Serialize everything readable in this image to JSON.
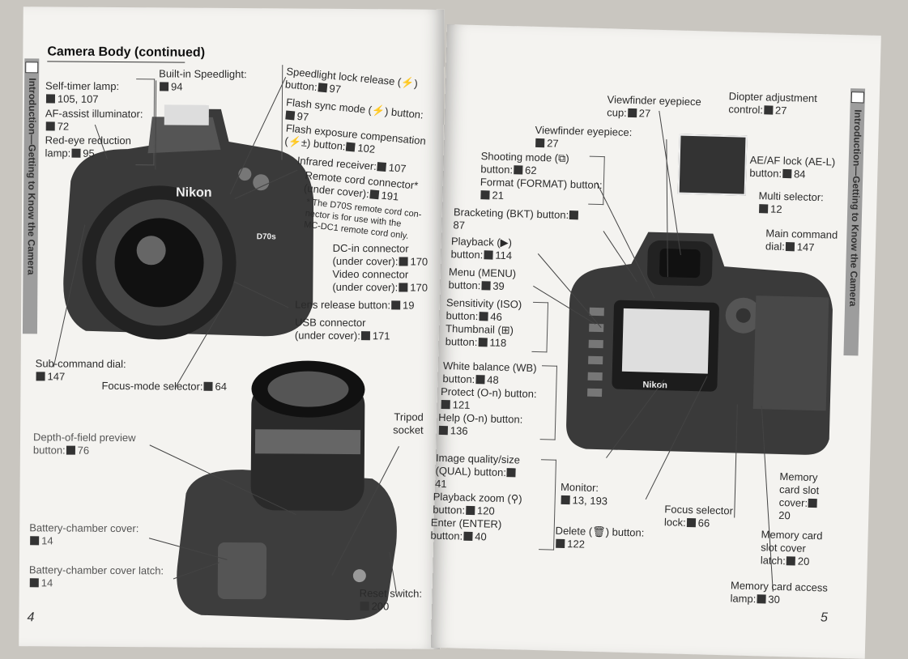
{
  "left_page": {
    "header": "Camera Body (continued)",
    "side_tab": "Introduction—Getting to Know the Camera",
    "page_number": "4",
    "labels": {
      "self_timer": "Self-timer lamp:",
      "self_timer_ref": "105, 107",
      "af_assist": "AF-assist illuminator:",
      "af_assist_ref": "72",
      "red_eye": "Red-eye reduction",
      "red_eye_2": "lamp:",
      "red_eye_ref": "95",
      "speedlight": "Built-in Speedlight:",
      "speedlight_ref": "94",
      "sl_lock_1": "Speedlight lock release (⚡)",
      "sl_lock_2": "button:",
      "sl_lock_ref": "97",
      "flash_sync_1": "Flash sync mode (⚡) button:",
      "flash_sync_ref": "97",
      "fec_1": "Flash exposure compensation",
      "fec_2": "(⚡±) button:",
      "fec_ref": "102",
      "infrared": "Infrared receiver:",
      "infrared_ref": "107",
      "remote_1": "Remote cord connector*",
      "remote_2": "(under cover):",
      "remote_ref": "191",
      "remote_note_1": "* The D70S remote cord con-",
      "remote_note_2": "nector is for use with the",
      "remote_note_3": "MC-DC1 remote cord only.",
      "dcin_1": "DC-in connector",
      "dcin_2": "(under cover):",
      "dcin_ref": "170",
      "video_1": "Video connector",
      "video_2": "(under cover):",
      "video_ref": "170",
      "lens_release": "Lens release button:",
      "lens_release_ref": "19",
      "usb_1": "USB connector",
      "usb_2": "(under cover):",
      "usb_ref": "171",
      "subcommand": "Sub-command dial:",
      "subcommand_ref": "147",
      "focus_mode": "Focus-mode selector:",
      "focus_mode_ref": "64",
      "dof_1": "Depth-of-field preview",
      "dof_2": "button:",
      "dof_ref": "76",
      "tripod_1": "Tripod",
      "tripod_2": "socket",
      "batt_cover": "Battery-chamber cover:",
      "batt_cover_ref": "14",
      "batt_latch": "Battery-chamber cover latch:",
      "batt_latch_ref": "14",
      "reset_1": "Reset switch:",
      "reset_ref": "200"
    }
  },
  "right_page": {
    "side_tab": "Introduction—Getting to Know the Camera",
    "page_number": "5",
    "labels": {
      "vf_cup_1": "Viewfinder eyepiece",
      "vf_cup_2": "cup:",
      "vf_cup_ref": "27",
      "diopter_1": "Diopter adjustment",
      "diopter_2": "control:",
      "diopter_ref": "27",
      "vf_eyepiece": "Viewfinder eyepiece:",
      "vf_eyepiece_ref": "27",
      "shooting_1": "Shooting mode (⧉)",
      "shooting_2": "button:",
      "shooting_ref": "62",
      "format_1": "Format (FORMAT) button:",
      "format_ref": "21",
      "aeaf_1": "AE/AF lock (AE-L)",
      "aeaf_2": "button:",
      "aeaf_ref": "84",
      "multi_1": "Multi selector:",
      "multi_ref": "12",
      "bracketing_1": "Bracketing (BKT) button:",
      "bracketing_ref": "87",
      "main_cmd_1": "Main command",
      "main_cmd_2": "dial:",
      "main_cmd_ref": "147",
      "playback_1": "Playback (▶)",
      "playback_2": "button:",
      "playback_ref": "114",
      "menu_1": "Menu (MENU)",
      "menu_2": "button:",
      "menu_ref": "39",
      "iso_1": "Sensitivity (ISO)",
      "iso_2": "button:",
      "iso_ref": "46",
      "thumb_1": "Thumbnail (⊞)",
      "thumb_2": "button:",
      "thumb_ref": "118",
      "wb_1": "White balance (WB)",
      "wb_2": "button:",
      "wb_ref": "48",
      "protect_1": "Protect (O-n) button:",
      "protect_ref": "121",
      "help_1": "Help (O-n) button:",
      "help_ref": "136",
      "qual_1": "Image quality/size",
      "qual_2": "(QUAL) button:",
      "qual_ref": "41",
      "pbzoom_1": "Playback zoom (⚲)",
      "pbzoom_2": "button:",
      "pbzoom_ref": "120",
      "enter_1": "Enter (ENTER)",
      "enter_2": "button:",
      "enter_ref": "40",
      "monitor_1": "Monitor:",
      "monitor_ref": "13, 193",
      "delete_1": "Delete (🗑) button:",
      "delete_ref": "122",
      "focus_lock_1": "Focus selector",
      "focus_lock_2": "lock:",
      "focus_lock_ref": "66",
      "mc_cover_1": "Memory",
      "mc_cover_2": "card slot",
      "mc_cover_3": "cover:",
      "mc_cover_ref": "20",
      "mc_latch_1": "Memory card",
      "mc_latch_2": "slot cover",
      "mc_latch_3": "latch:",
      "mc_latch_ref": "20",
      "mc_lamp_1": "Memory card access",
      "mc_lamp_2": "lamp:",
      "mc_lamp_ref": "30"
    }
  },
  "brand": "Nikon",
  "model": "D70s"
}
